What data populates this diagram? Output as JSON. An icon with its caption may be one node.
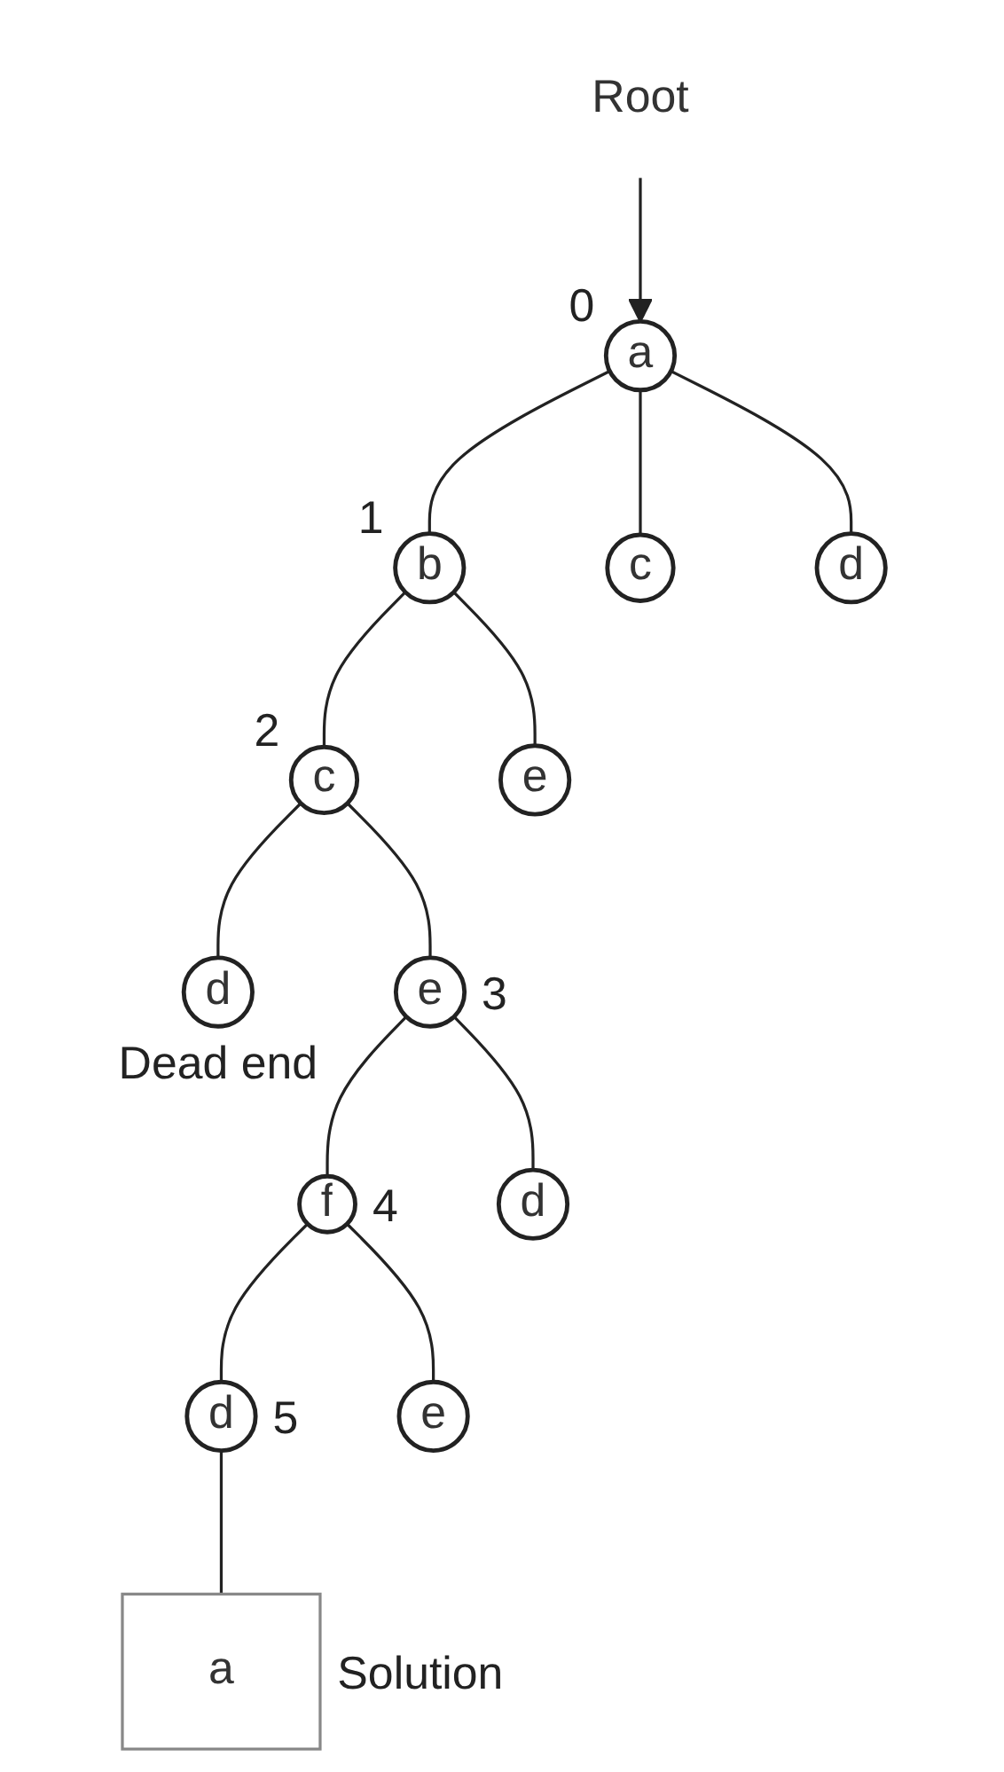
{
  "diagram": {
    "nodes": [
      {
        "text": [
          "a"
        ],
        "beside": [
          "0"
        ]
      },
      {
        "text": [
          "Root"
        ]
      },
      {
        "text": [
          "b"
        ],
        "beside": [
          "1"
        ]
      },
      {
        "text": [
          "c"
        ]
      },
      {
        "text": [
          "d"
        ]
      },
      {
        "text": [
          "c"
        ],
        "beside": [
          "2"
        ]
      },
      {
        "text": [
          "e"
        ]
      },
      {
        "text": [
          "d"
        ],
        "beside": [
          "Dead end"
        ]
      },
      {
        "text": [
          "e"
        ],
        "beside": [
          "3"
        ]
      },
      {
        "text": [
          "f"
        ],
        "beside": [
          "4"
        ]
      },
      {
        "text": [
          "d"
        ]
      },
      {
        "text": [
          "d"
        ],
        "beside": [
          "5"
        ]
      },
      {
        "text": [
          "e"
        ]
      },
      {
        "text": [
          "a"
        ],
        "beside": [
          "Solution"
        ]
      }
    ],
    "edges": [
      {
        "from": 1,
        "to": 0,
        "arrow": "to"
      },
      {
        "from": 0,
        "to": 2,
        "arrow": "none"
      },
      {
        "from": 0,
        "to": 3,
        "arrow": "none"
      },
      {
        "from": 0,
        "to": 4,
        "arrow": "none"
      },
      {
        "from": 2,
        "to": 5,
        "arrow": "none"
      },
      {
        "from": 2,
        "to": 6,
        "arrow": "none"
      },
      {
        "from": 5,
        "to": 7,
        "arrow": "none"
      },
      {
        "from": 5,
        "to": 8,
        "arrow": "none"
      },
      {
        "from": 8,
        "to": 9,
        "arrow": "none"
      },
      {
        "from": 8,
        "to": 10,
        "arrow": "none"
      },
      {
        "from": 9,
        "to": 11,
        "arrow": "none"
      },
      {
        "from": 9,
        "to": 12,
        "arrow": "none"
      },
      {
        "from": 11,
        "to": 13,
        "arrow": "none"
      }
    ]
  }
}
